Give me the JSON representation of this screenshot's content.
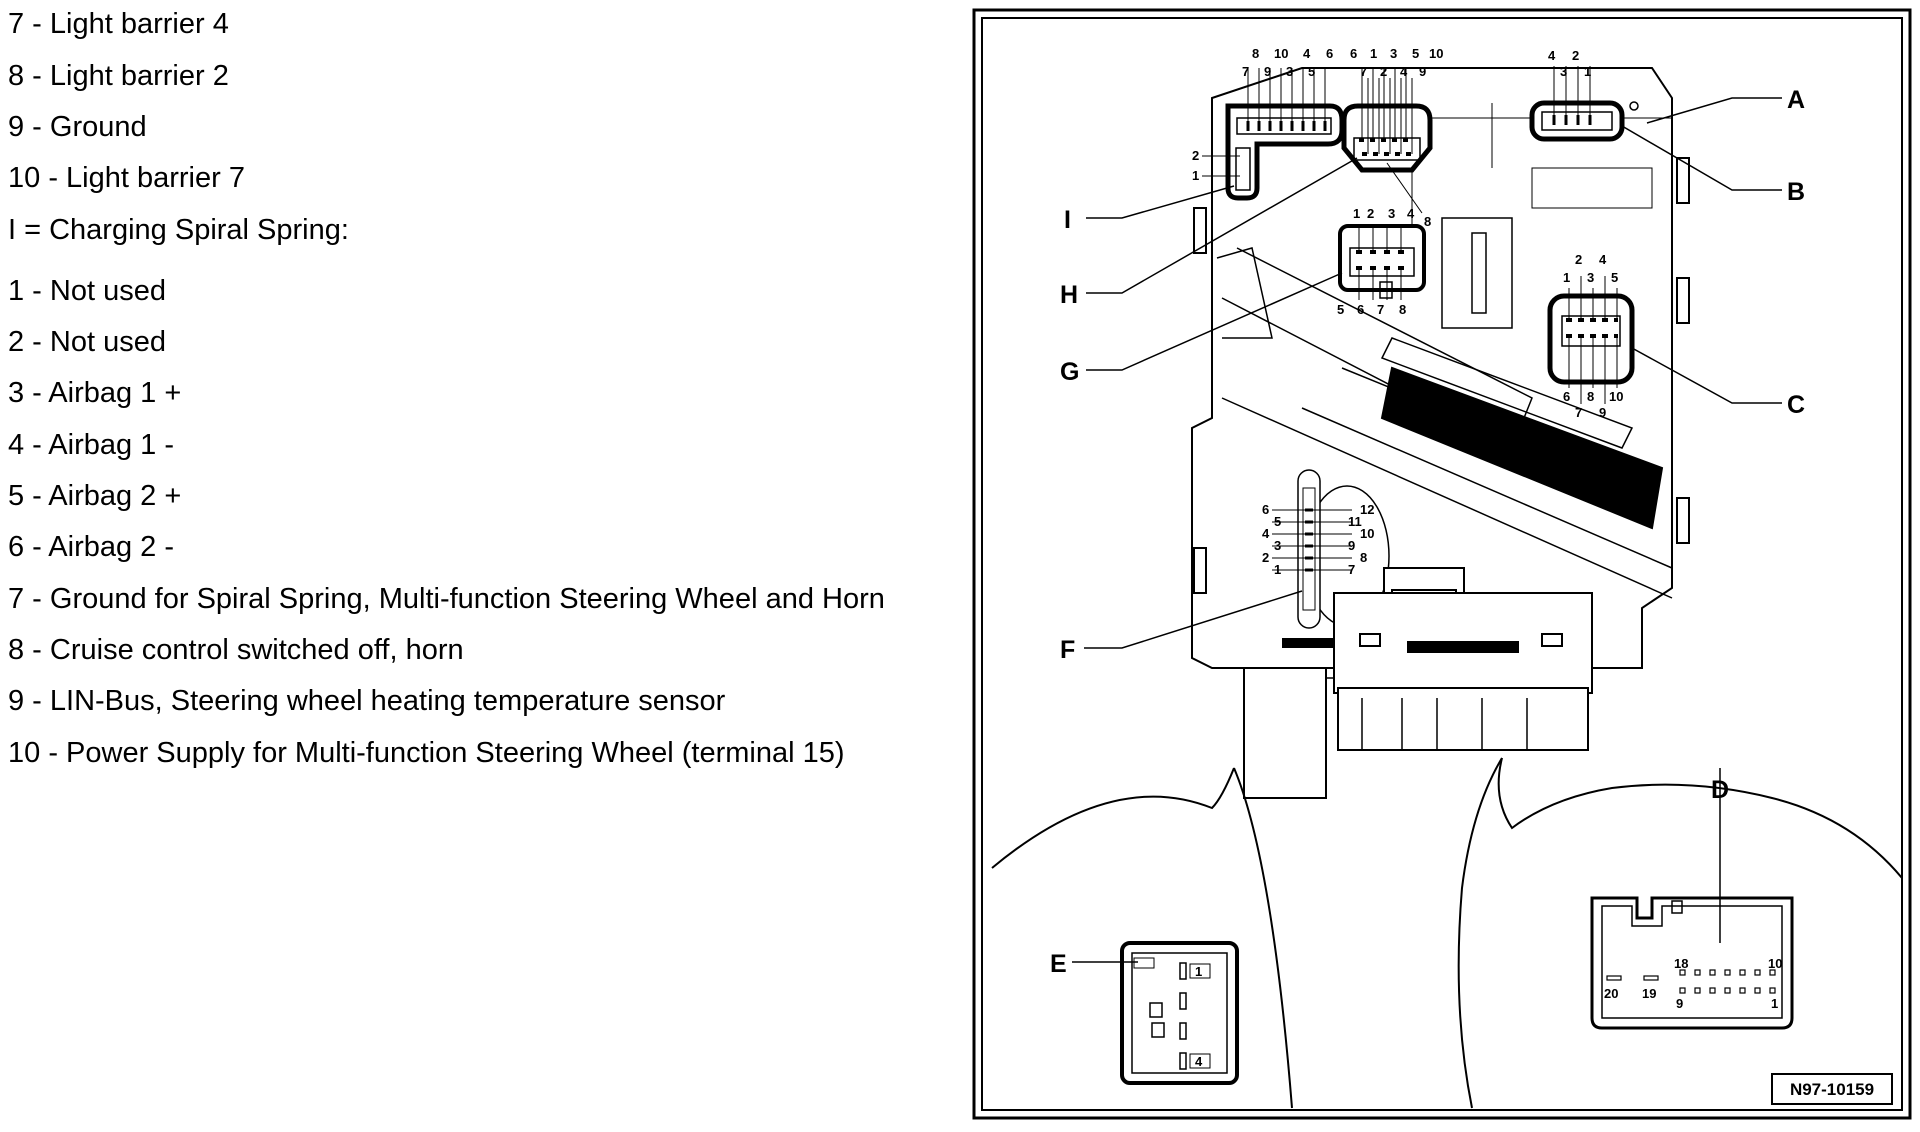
{
  "legend": {
    "lines": [
      "7 - Light barrier 4",
      "8 - Light barrier 2",
      "9 - Ground",
      "10 - Light barrier 7",
      "I = Charging Spiral Spring:",
      "1 - Not used",
      "2 - Not used",
      "3 - Airbag 1 +",
      "4 - Airbag 1 -",
      "5 - Airbag 2 +",
      "6 - Airbag 2 -",
      "7 - Ground for Spiral Spring, Multi-function Steering Wheel and Horn",
      "8 - Cruise control switched off, horn",
      "9 - LIN-Bus, Steering wheel heating temperature sensor",
      "10 - Power Supply for Multi-function Steering Wheel (terminal 15)"
    ]
  },
  "diagram": {
    "letters": {
      "A": "A",
      "B": "B",
      "C": "C",
      "D": "D",
      "E": "E",
      "F": "F",
      "G": "G",
      "H": "H",
      "I": "I"
    },
    "figure_id": "N97-10159",
    "pins": {
      "i_top": [
        "8",
        "10",
        "4",
        "6",
        "7",
        "9",
        "3",
        "5"
      ],
      "i_side": [
        "2",
        "1"
      ],
      "h_top": [
        "6",
        "1",
        "3",
        "5",
        "10",
        "7",
        "2",
        "4",
        "9"
      ],
      "h_side": "8",
      "b_top": [
        "4",
        "2",
        "3",
        "1"
      ],
      "g_top": [
        "1",
        "2",
        "3",
        "4"
      ],
      "g_bottom": [
        "5",
        "6",
        "7",
        "8"
      ],
      "c_top": [
        "2",
        "4",
        "1",
        "3",
        "5"
      ],
      "c_bottom": [
        "6",
        "8",
        "10",
        "7",
        "9"
      ],
      "f_left": [
        "6",
        "5",
        "4",
        "3",
        "2",
        "1"
      ],
      "f_right": [
        "12",
        "11",
        "10",
        "9",
        "8",
        "7"
      ],
      "e_pins": [
        "1",
        "4"
      ],
      "d_pins": [
        "18",
        "10",
        "20",
        "19",
        "9",
        "1"
      ]
    }
  }
}
